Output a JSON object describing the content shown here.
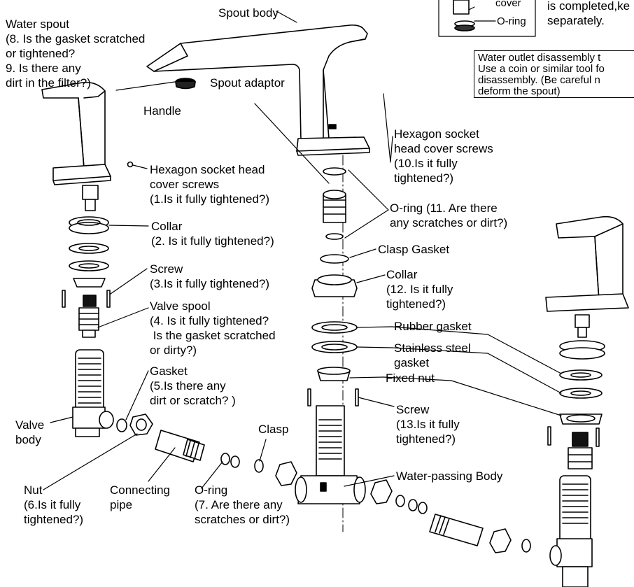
{
  "labels": {
    "water_spout": "Water spout\n(8. Is the gasket scratched\nor tightened?\n9. Is there any\ndirt in the filter?)",
    "spout_body": "Spout body",
    "spout_adaptor": "Spout adaptor",
    "handle": "Handle",
    "hex_screws_left": "Hexagon socket head\ncover screws\n(1.Is it fully tightened?)",
    "hex_screws_right": "Hexagon socket\nhead cover screws\n(10.Is it fully\ntightened?)",
    "oring_11": "O-ring (11. Are there\nany scratches or dirt?)",
    "clasp_gasket": "Clasp Gasket",
    "collar_2": "Collar\n(2. Is it fully tightened?)",
    "collar_12": "Collar\n(12. Is it fully\ntightened?)",
    "screw_3": "Screw\n(3.Is it fully tightened?)",
    "valve_spool": "Valve spool\n(4. Is it fully tightened?\n Is the gasket scratched\nor dirty?)",
    "rubber_gasket": "Rubber gasket",
    "stainless_gasket": "Stainless steel\ngasket",
    "fixed_nut": "Fixed nut",
    "gasket_5": "Gasket\n(5.Is there any\ndirt or scratch? )",
    "screw_13": "Screw\n(13.Is it fully\ntightened?)",
    "clasp": "Clasp",
    "valve_body": "Valve\nbody",
    "water_passing_body": "Water-passing Body",
    "nut_6": "Nut\n(6.Is it fully\ntightened?)",
    "connecting_pipe": "Connecting\npipe",
    "oring_7": "O-ring\n(7. Are there any\nscratches or dirt?)",
    "cover": "cover",
    "oring_small": "O-ring",
    "note_right": "is completed,ke\nseparately."
  },
  "note_box": {
    "text": "Water outlet disassembly t\nUse a coin or similar tool fo\ndisassembly. (Be careful n\ndeform the spout)"
  }
}
